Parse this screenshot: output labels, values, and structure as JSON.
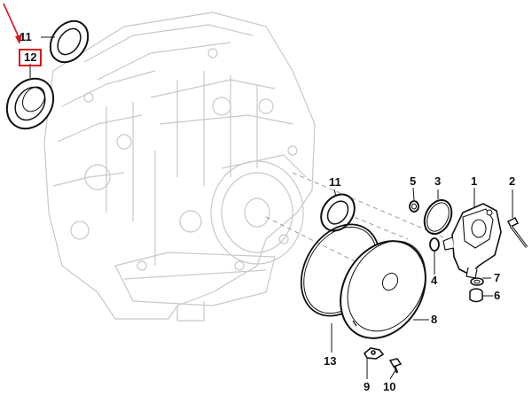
{
  "labels": {
    "p1": "1",
    "p2": "2",
    "p3": "3",
    "p4": "4",
    "p5": "5",
    "p6": "6",
    "p7": "7",
    "p8": "8",
    "p9": "9",
    "p10": "10",
    "p11_top": "11",
    "p11_mid": "11",
    "p12": "12",
    "p13": "13"
  },
  "colors": {
    "highlight": "#d9141b",
    "ink": "#111111",
    "ghost": "#c8c8c8"
  }
}
